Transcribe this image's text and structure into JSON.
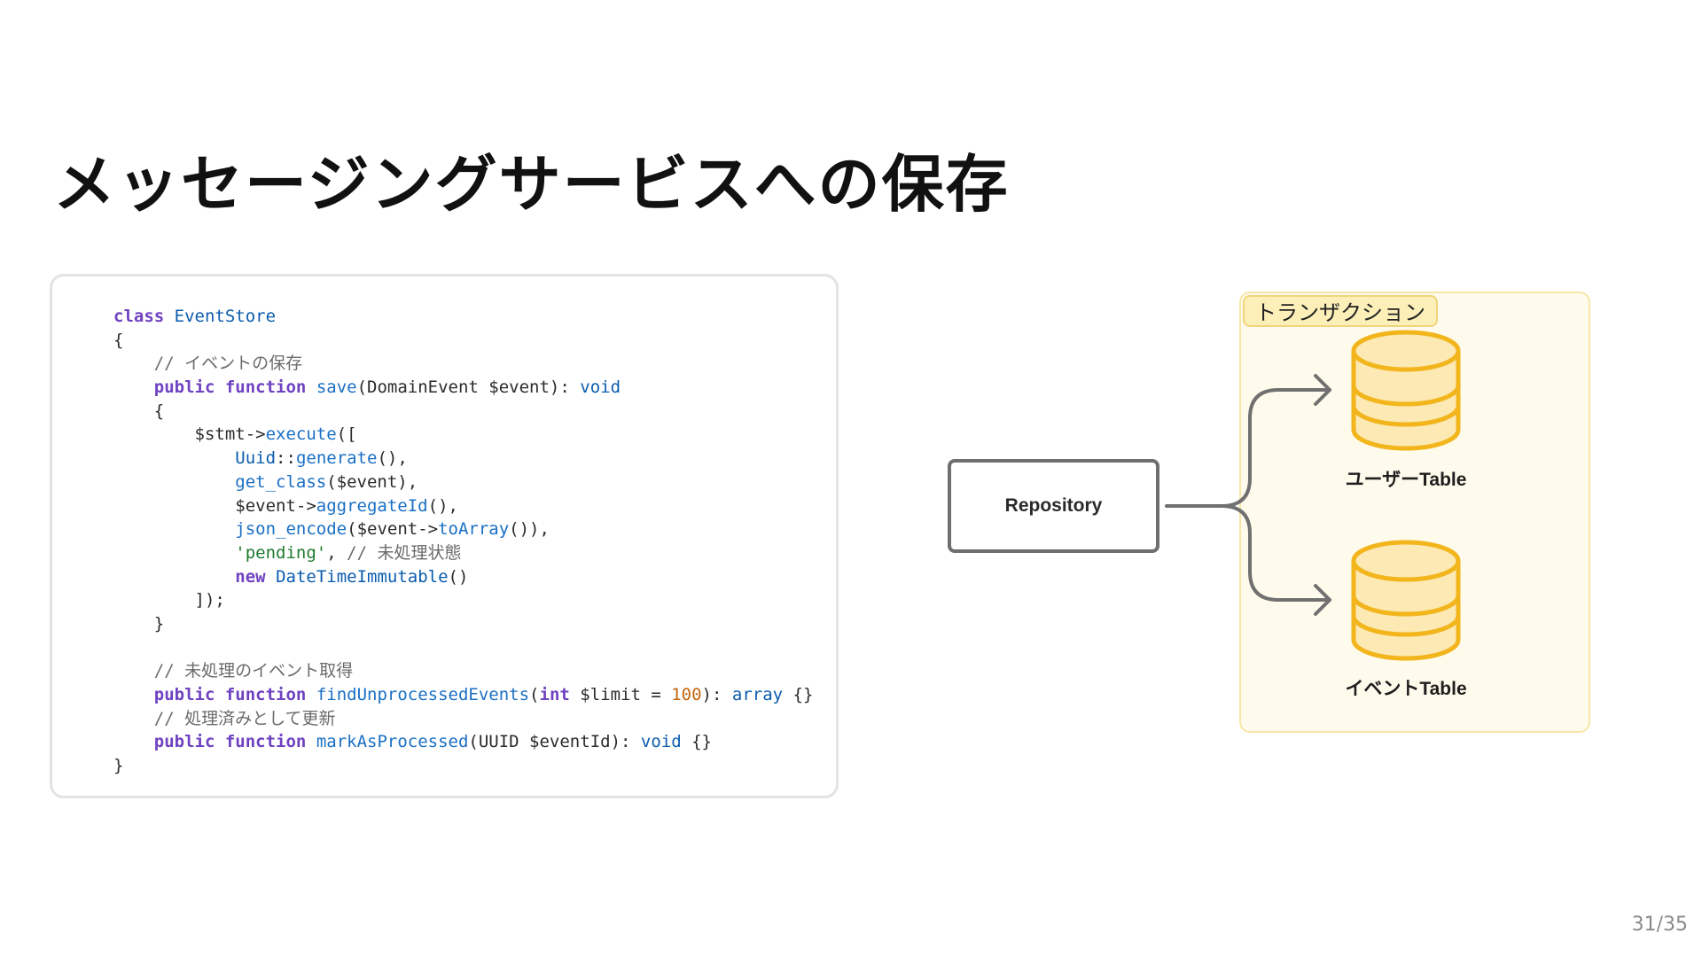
{
  "slide": {
    "title": "メッセージングサービスへの保存",
    "page_number": "31/35"
  },
  "code": {
    "lines": [
      [
        {
          "t": "class",
          "c": "kw"
        },
        {
          "t": " ",
          "c": "pl"
        },
        {
          "t": "EventStore",
          "c": "ty"
        }
      ],
      [
        {
          "t": "{",
          "c": "pl"
        }
      ],
      [
        {
          "t": "    // イベントの保存",
          "c": "cm"
        }
      ],
      [
        {
          "t": "    ",
          "c": "pl"
        },
        {
          "t": "public",
          "c": "kw"
        },
        {
          "t": " ",
          "c": "pl"
        },
        {
          "t": "function",
          "c": "kw"
        },
        {
          "t": " ",
          "c": "pl"
        },
        {
          "t": "save",
          "c": "fn"
        },
        {
          "t": "(DomainEvent $event): ",
          "c": "pl"
        },
        {
          "t": "void",
          "c": "ty"
        }
      ],
      [
        {
          "t": "    {",
          "c": "pl"
        }
      ],
      [
        {
          "t": "        $stmt->",
          "c": "pl"
        },
        {
          "t": "execute",
          "c": "fn"
        },
        {
          "t": "([",
          "c": "pl"
        }
      ],
      [
        {
          "t": "            ",
          "c": "pl"
        },
        {
          "t": "Uuid",
          "c": "ty"
        },
        {
          "t": "::",
          "c": "pl"
        },
        {
          "t": "generate",
          "c": "fn"
        },
        {
          "t": "(),",
          "c": "pl"
        }
      ],
      [
        {
          "t": "            ",
          "c": "pl"
        },
        {
          "t": "get_class",
          "c": "fn"
        },
        {
          "t": "($event),",
          "c": "pl"
        }
      ],
      [
        {
          "t": "            $event->",
          "c": "pl"
        },
        {
          "t": "aggregateId",
          "c": "fn"
        },
        {
          "t": "(),",
          "c": "pl"
        }
      ],
      [
        {
          "t": "            ",
          "c": "pl"
        },
        {
          "t": "json_encode",
          "c": "fn"
        },
        {
          "t": "($event->",
          "c": "pl"
        },
        {
          "t": "toArray",
          "c": "fn"
        },
        {
          "t": "()),",
          "c": "pl"
        }
      ],
      [
        {
          "t": "            ",
          "c": "pl"
        },
        {
          "t": "'pending'",
          "c": "st"
        },
        {
          "t": ", ",
          "c": "pl"
        },
        {
          "t": "// 未処理状態",
          "c": "cm"
        }
      ],
      [
        {
          "t": "            ",
          "c": "pl"
        },
        {
          "t": "new",
          "c": "kw"
        },
        {
          "t": " ",
          "c": "pl"
        },
        {
          "t": "DateTimeImmutable",
          "c": "ty"
        },
        {
          "t": "()",
          "c": "pl"
        }
      ],
      [
        {
          "t": "        ]);",
          "c": "pl"
        }
      ],
      [
        {
          "t": "    }",
          "c": "pl"
        }
      ],
      [
        {
          "t": "",
          "c": "pl"
        }
      ],
      [
        {
          "t": "    // 未処理のイベント取得",
          "c": "cm"
        }
      ],
      [
        {
          "t": "    ",
          "c": "pl"
        },
        {
          "t": "public",
          "c": "kw"
        },
        {
          "t": " ",
          "c": "pl"
        },
        {
          "t": "function",
          "c": "kw"
        },
        {
          "t": " ",
          "c": "pl"
        },
        {
          "t": "findUnprocessedEvents",
          "c": "fn"
        },
        {
          "t": "(",
          "c": "pl"
        },
        {
          "t": "int",
          "c": "kw"
        },
        {
          "t": " $limit = ",
          "c": "pl"
        },
        {
          "t": "100",
          "c": "nm"
        },
        {
          "t": "): ",
          "c": "pl"
        },
        {
          "t": "array",
          "c": "ty"
        },
        {
          "t": " {}",
          "c": "pl"
        }
      ],
      [
        {
          "t": "    // 処理済みとして更新",
          "c": "cm"
        }
      ],
      [
        {
          "t": "    ",
          "c": "pl"
        },
        {
          "t": "public",
          "c": "kw"
        },
        {
          "t": " ",
          "c": "pl"
        },
        {
          "t": "function",
          "c": "kw"
        },
        {
          "t": " ",
          "c": "pl"
        },
        {
          "t": "markAsProcessed",
          "c": "fn"
        },
        {
          "t": "(UUID $eventId): ",
          "c": "pl"
        },
        {
          "t": "void",
          "c": "ty"
        },
        {
          "t": " {}",
          "c": "pl"
        }
      ],
      [
        {
          "t": "}",
          "c": "pl"
        }
      ]
    ]
  },
  "diagram": {
    "transaction_label": "トランザクション",
    "repository_label": "Repository",
    "user_table_label": "ユーザーTable",
    "event_table_label": "イベントTable",
    "colors": {
      "transaction_bg": "#fffbec",
      "transaction_border": "#f7e6a6",
      "db_fill": "#fde9b4",
      "db_stroke": "#f2b51c",
      "arrow": "#707070",
      "repository_border": "#6e6e6e"
    },
    "icons": [
      "database-icon",
      "arrow-right-icon"
    ]
  }
}
